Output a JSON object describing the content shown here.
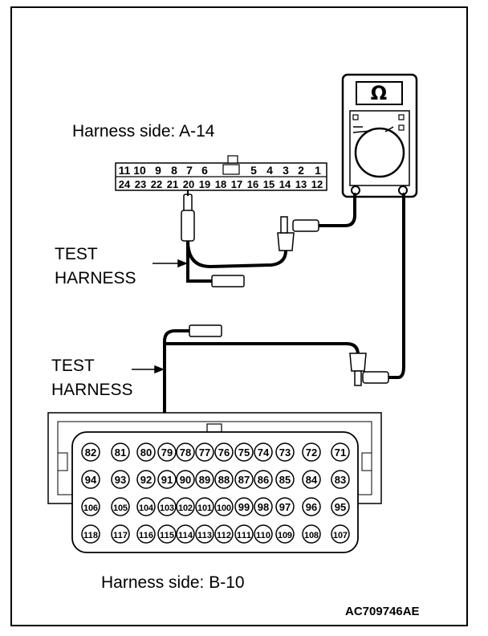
{
  "labels": {
    "connector_a": "Harness side: A-14",
    "connector_b": "Harness side: B-10",
    "test_harness_1": [
      "TEST",
      "HARNESS"
    ],
    "test_harness_2": [
      "TEST",
      "HARNESS"
    ],
    "figure_code": "AC709746AE",
    "meter_symbol": "Ω"
  },
  "connector_a": {
    "top_row": [
      "11",
      "10",
      "9",
      "8",
      "7",
      "6",
      "",
      "5",
      "4",
      "3",
      "2",
      "1"
    ],
    "bottom_row": [
      "24",
      "23",
      "22",
      "21",
      "20",
      "19",
      "18",
      "17",
      "16",
      "15",
      "14",
      "13",
      "12"
    ]
  },
  "connector_b": {
    "rows": [
      [
        "82",
        "81",
        "80",
        "79",
        "78",
        "77",
        "76",
        "75",
        "74",
        "73",
        "72",
        "71"
      ],
      [
        "94",
        "93",
        "92",
        "91",
        "90",
        "89",
        "88",
        "87",
        "86",
        "85",
        "84",
        "83"
      ],
      [
        "106",
        "105",
        "104",
        "103",
        "102",
        "101",
        "100",
        "99",
        "98",
        "97",
        "96",
        "95"
      ],
      [
        "118",
        "117",
        "116",
        "115",
        "114",
        "113",
        "112",
        "111",
        "110",
        "109",
        "108",
        "107"
      ]
    ]
  },
  "icons": {
    "meter": "multimeter-icon",
    "probe": "test-probe-icon"
  }
}
